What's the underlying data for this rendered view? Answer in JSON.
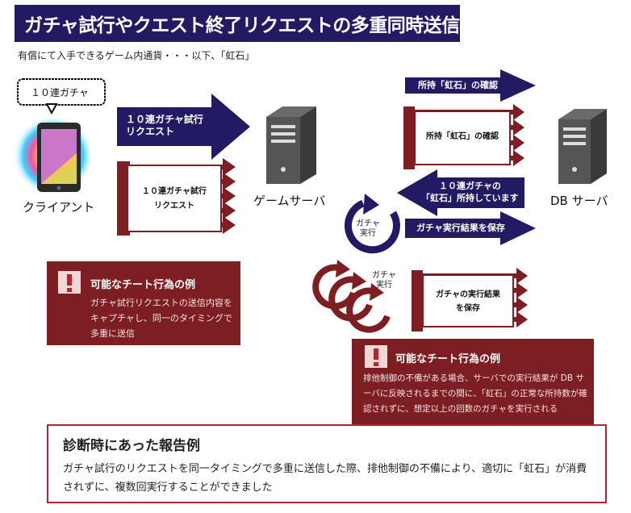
{
  "title": "ガチャ試行やクエスト終了リクエストの多重同時送信",
  "subtitle": "有償にて入手できるゲーム内通貨・・・以下、「虹石」",
  "client": {
    "bubble": "１０連ガチャ",
    "label": "クライアント"
  },
  "game_server": {
    "label": "ゲームサーバ"
  },
  "db_server": {
    "label": "DB サーバ"
  },
  "arrows": {
    "normal_request_line1": "１０連ガチャ試行",
    "normal_request_line2": "リクエスト",
    "multi_request_line1": "１０連ガチャ試行",
    "multi_request_line2": "リクエスト",
    "check_single": "所持「虹石」の確認",
    "check_multi": "所持「虹石」の確認",
    "db_reply_line1": "１０連ガチャの",
    "db_reply_line2": "「虹石」所持しています",
    "save_single": "ガチャ実行結果を保存",
    "save_multi_line1": "ガチャの実行結果",
    "save_multi_line2": "を保存"
  },
  "spin_single": {
    "line1": "ガチャ",
    "line2": "実行"
  },
  "spin_multi": {
    "line1": "ガチャ",
    "line2": "実行"
  },
  "cheat1": {
    "title": "可能なチート行為の例",
    "body": "ガチャ試行リクエストの送信内容をキャプチャし、同一のタイミングで多重に送信"
  },
  "cheat2": {
    "title": "可能なチート行為の例",
    "body": "排他制御の不備がある場合、サーバでの実行結果が DB サーバに反映されるまでの間に、「虹石」の正常な所持数が確認されずに、想定以上の回数のガチャを実行される"
  },
  "report": {
    "title": "診断時にあった報告例",
    "body": "ガチャ試行のリクエストを同一タイミングで多重に送信した際、排他制御の不備により、適切に「虹石」が消費されずに、複数回実行することができました"
  },
  "colors": {
    "navy": "#221b63",
    "maroon": "#7d1e22",
    "report_border": "#b8242b"
  }
}
